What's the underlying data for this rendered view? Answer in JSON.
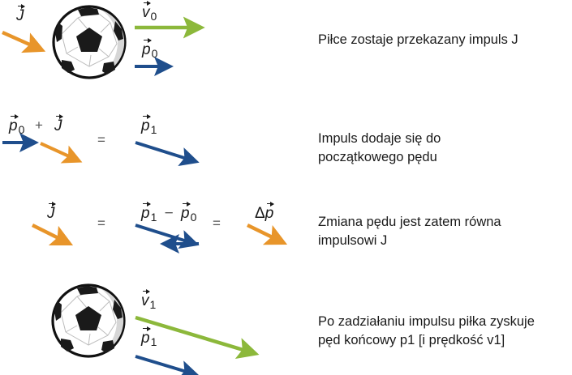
{
  "colors": {
    "impulse": "#e8952a",
    "momentum": "#1f4e8c",
    "velocity": "#8cb83b",
    "text": "#1a1a1a"
  },
  "rows": [
    {
      "id": "row1",
      "labels": {
        "J": {
          "symbol": "J",
          "subscript": ""
        },
        "v0": {
          "symbol": "v",
          "subscript": "0"
        },
        "p0": {
          "symbol": "p",
          "subscript": "0"
        }
      },
      "description": "Piłce zostaje przekazany impuls J"
    },
    {
      "id": "row2",
      "labels": {
        "p0": {
          "symbol": "p",
          "subscript": "0"
        },
        "plus": "+",
        "J": {
          "symbol": "J",
          "subscript": ""
        },
        "equals": "=",
        "p1": {
          "symbol": "p",
          "subscript": "1"
        }
      },
      "description_lines": [
        "Impuls dodaje się do",
        "początkowego pędu"
      ]
    },
    {
      "id": "row3",
      "labels": {
        "J": {
          "symbol": "J",
          "subscript": ""
        },
        "equals1": "=",
        "p1": {
          "symbol": "p",
          "subscript": "1"
        },
        "minus": "−",
        "p0": {
          "symbol": "p",
          "subscript": "0"
        },
        "equals2": "=",
        "delta": "Δ",
        "dp": {
          "symbol": "p",
          "subscript": ""
        }
      },
      "description_lines": [
        "Zmiana pędu jest zatem równa",
        "impulsowi J"
      ]
    },
    {
      "id": "row4",
      "labels": {
        "v1": {
          "symbol": "v",
          "subscript": "1"
        },
        "p1": {
          "symbol": "p",
          "subscript": "1"
        }
      },
      "description_lines": [
        "Po zadziałaniu impulsu piłka zyskuje",
        "pęd końcowy p1 [i prędkość v1]"
      ]
    }
  ]
}
